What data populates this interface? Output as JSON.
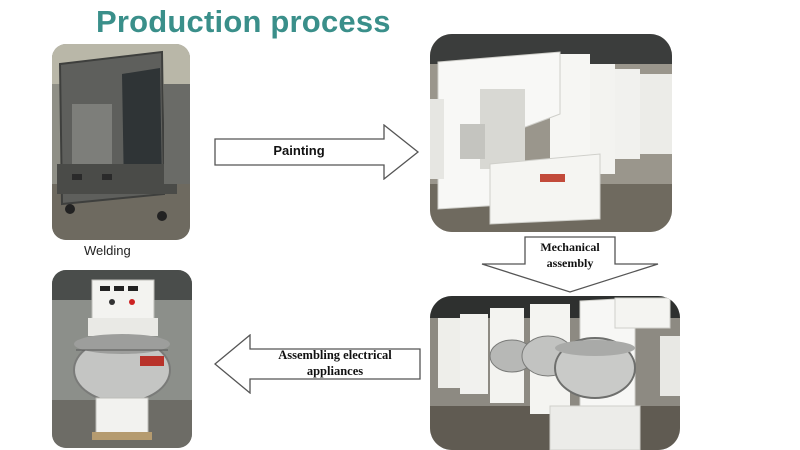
{
  "title": "Production process",
  "steps": {
    "welding": {
      "caption": "Welding"
    },
    "painting": {
      "arrow_label": "Painting"
    },
    "mechanical": {
      "arrow_label_line1": "Mechanical",
      "arrow_label_line2": "assembly"
    },
    "electrical": {
      "arrow_label_line1": "Assembling electrical",
      "arrow_label_line2": "appliances"
    }
  },
  "colors": {
    "title": "#3a8f8a",
    "arrow_fill": "#ffffff",
    "arrow_stroke": "#555555"
  }
}
